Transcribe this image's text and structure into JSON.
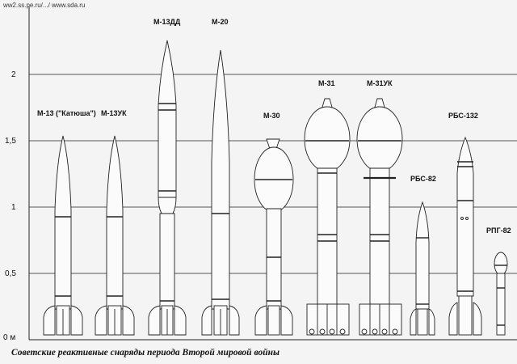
{
  "watermark": "ww2.ss.pe.ru/.../ www.sda.ru",
  "caption": "Советские реактивные снаряды периода Второй мировой войны",
  "axis": {
    "tick_labels": [
      "0 м",
      "0,5",
      "1",
      "1,5",
      "2"
    ],
    "unit": "м"
  },
  "rockets": [
    {
      "label": "М-13 (\"Катюша\")"
    },
    {
      "label": "М-13УК"
    },
    {
      "label": "М-13ДД"
    },
    {
      "label": "М-20"
    },
    {
      "label": "М-30"
    },
    {
      "label": "М-31"
    },
    {
      "label": "М-31УК"
    },
    {
      "label": "РБС-82"
    },
    {
      "label": "РБС-132"
    },
    {
      "label": "РПГ-82"
    }
  ],
  "colors": {
    "line": "#222222",
    "background": "#f4f4f4"
  }
}
